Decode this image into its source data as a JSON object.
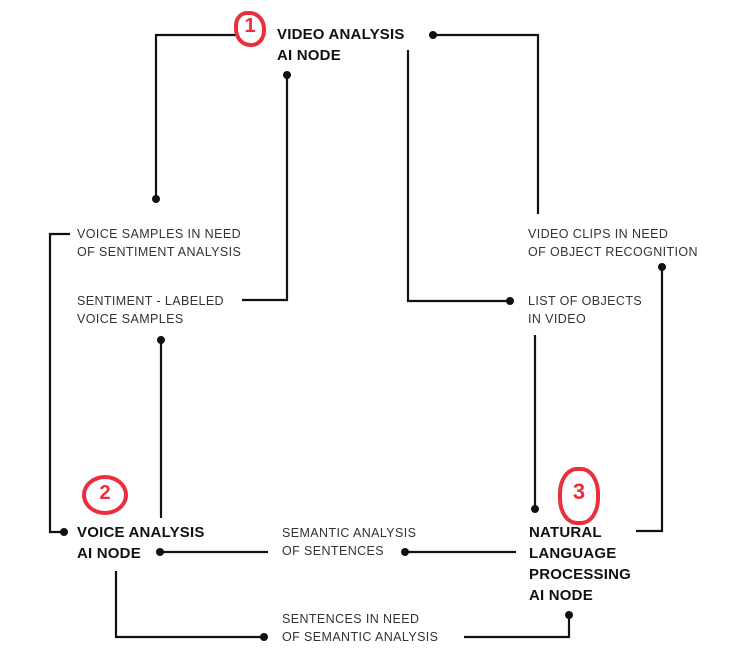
{
  "nodes": {
    "video": {
      "line1": "VIDEO ANALYSIS",
      "line2": "AI NODE",
      "marker": "1"
    },
    "voice": {
      "line1": "VOICE ANALYSIS",
      "line2": "AI NODE",
      "marker": "2"
    },
    "nlp": {
      "line1": "NATURAL",
      "line2": "LANGUAGE",
      "line3": "PROCESSING",
      "line4": "AI NODE",
      "marker": "3"
    }
  },
  "flows": {
    "voice_samples": {
      "line1": "VOICE SAMPLES IN NEED",
      "line2": "OF SENTIMENT ANALYSIS"
    },
    "sentiment_labeled": {
      "line1": "SENTIMENT - LABELED",
      "line2": "VOICE SAMPLES"
    },
    "video_clips": {
      "line1": "VIDEO CLIPS IN NEED",
      "line2": "OF OBJECT RECOGNITION"
    },
    "list_objects": {
      "line1": "LIST OF OBJECTS",
      "line2": "IN VIDEO"
    },
    "semantic_analysis": {
      "line1": "SEMANTIC ANALYSIS",
      "line2": "OF SENTENCES"
    },
    "sentences_need": {
      "line1": "SENTENCES IN NEED",
      "line2": "OF SEMANTIC ANALYSIS"
    }
  },
  "colors": {
    "line": "#111111",
    "marker": "#ec2d3c"
  }
}
